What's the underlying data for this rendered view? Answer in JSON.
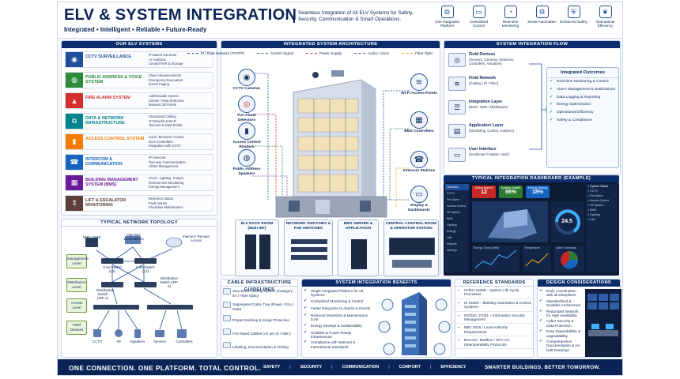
{
  "header": {
    "title": "ELV & SYSTEM INTEGRATION",
    "tagline": "Integrated • Intelligent • Reliable • Future-Ready",
    "subtitle": "Seamless Integration of All ELV Systems for Safety, Security, Communication & Smart Operations.",
    "benefits": [
      {
        "label": "One Integrated Platform",
        "icon": "network-icon"
      },
      {
        "label": "Centralized Control",
        "icon": "monitor-icon"
      },
      {
        "label": "Real-time Monitoring",
        "icon": "gauge-icon"
      },
      {
        "label": "Smart Automation",
        "icon": "robot-icon"
      },
      {
        "label": "Enhanced Safety",
        "icon": "shield-icon"
      },
      {
        "label": "Operational Efficiency",
        "icon": "leaf-icon"
      }
    ]
  },
  "elv_systems": {
    "title": "OUR ELV SYSTEMS",
    "items": [
      {
        "name": "CCTV SURVEILLANCE",
        "color": "#1f4f9a",
        "icon": "camera-icon",
        "features": [
          "IP Based Cameras",
          "AI Analytics",
          "Central NVR & Storage"
        ]
      },
      {
        "name": "PUBLIC ADDRESS & VOICE SYSTEM",
        "color": "#2e8b3a",
        "icon": "speaker-icon",
        "features": [
          "Clear Announcements",
          "Emergency Evacuation",
          "Zoned Paging"
        ]
      },
      {
        "name": "FIRE ALARM SYSTEM",
        "color": "#d32f2f",
        "icon": "fire-icon",
        "features": [
          "Addressable System",
          "Smoke / Heat Detectors",
          "Manual Call Points"
        ]
      },
      {
        "name": "DATA & NETWORK INFRASTRUCTURE",
        "color": "#00838f",
        "icon": "network-icon",
        "features": [
          "Structured Cabling",
          "IT Network & Wi-Fi",
          "Telecom & Data Points"
        ]
      },
      {
        "name": "ACCESS CONTROL SYSTEM",
        "color": "#f57c00",
        "icon": "keycard-icon",
        "features": [
          "Card / Biometric Access",
          "Door Controllers",
          "Integration with CCTV"
        ]
      },
      {
        "name": "INTERCOM & COMMUNICATION",
        "color": "#1565c0",
        "icon": "intercom-icon",
        "features": [
          "IP Intercom",
          "Two-way Communication",
          "Visitor Management"
        ]
      },
      {
        "name": "BUILDING MANAGEMENT SYSTEM (BMS)",
        "color": "#6a1b9a",
        "icon": "building-icon",
        "features": [
          "HVAC, Lighting, Pumps",
          "Environment Monitoring",
          "Energy Management"
        ]
      },
      {
        "name": "LIFT & ESCALATOR MONITORING",
        "color": "#5d4037",
        "icon": "elevator-icon",
        "features": [
          "Real-time Status",
          "Fault Alarms",
          "Predictive Maintenance"
        ]
      }
    ]
  },
  "topology": {
    "title": "TYPICAL NETWORK TOPOLOGY",
    "nodes": {
      "server": "NMS / BMS Server",
      "workstations": "Operator Workstations",
      "internet": "Internet / Remote Access",
      "core1": "Core Switch (L3)",
      "core2": "Core Switch (L3)",
      "dist1": "Distribution Switch (IDF-1)",
      "dist2": "Distribution Switch (IDF-2)"
    },
    "levels": [
      "Management Level",
      "Distribution Level",
      "Access Level",
      "Field Devices"
    ],
    "devices": [
      "CCTV",
      "AP",
      "Speakers",
      "Sensors",
      "Controllers"
    ]
  },
  "architecture": {
    "title": "INTEGRATED SYSTEM ARCHITECTURE",
    "legend": [
      "IP / Data Network (TCP/IP)",
      "Control Signal",
      "Power Supply",
      "Audio / Voice",
      "Fiber Optic"
    ],
    "legend_colors": [
      "#1f4f9a",
      "#2e8b3a",
      "#d32f2f",
      "#7b3fb0",
      "#f2a900"
    ],
    "left_callouts": [
      "CCTV Cameras",
      "Fire Alarm Detectors",
      "Access Control Readers",
      "Public Address Speakers"
    ],
    "right_callouts": [
      "Wi-Fi Access Points",
      "BMS Controllers",
      "Intercom Stations",
      "Display & Dashboards"
    ],
    "rooms": [
      "ELV RACK ROOM (Main IDF)",
      "NETWORK SWITCHES & PoE SWITCHES",
      "BMS SERVER & APPLICATION",
      "CENTRAL CONTROL ROOM & OPERATOR STATION"
    ]
  },
  "flow": {
    "title": "SYSTEM INTEGRATION FLOW",
    "steps": [
      {
        "name": "Field Devices",
        "desc": "(Sensors, Cameras, Detectors, Controllers, Actuators)",
        "icon": "sensor-icon"
      },
      {
        "name": "Field Network",
        "desc": "(Cabling / IP / Fiber)",
        "icon": "cable-icon"
      },
      {
        "name": "Integration Layer",
        "desc": "(BMS / NMS / Middleware)",
        "icon": "layers-icon"
      },
      {
        "name": "Application Layer",
        "desc": "(Monitoring, Control, Analytics)",
        "icon": "app-icon"
      },
      {
        "name": "User Interface",
        "desc": "(Dashboard / Mobile / Web)",
        "icon": "monitor-icon"
      }
    ],
    "outcomes_title": "Integrated Outcomes",
    "outcomes": [
      "Real-time Monitoring & Control",
      "Alarm Management & Notifications",
      "Data Logging & Reporting",
      "Energy Optimization",
      "Operational Efficiency",
      "Safety & Compliance"
    ]
  },
  "dashboard": {
    "title": "TYPICAL INTEGRATION DASHBOARD (EXAMPLE)",
    "menu": [
      "Overview",
      "CCTV",
      "Fire Alarm",
      "Access Control",
      "PA System",
      "BMS",
      "Lighting",
      "Energy",
      "Lifts",
      "Reports",
      "Settings"
    ],
    "kpis": [
      {
        "label": "Active Alarms",
        "value": "12",
        "color": "#c62828"
      },
      {
        "label": "System Health",
        "value": "98%",
        "color": "#2e7d32"
      },
      {
        "label": "Energy Saving",
        "value": "18%",
        "color": "#1565c0"
      }
    ],
    "gauge_value": "24.5",
    "status_title": "System Status",
    "status": [
      "CCTV",
      "Fire Alarm",
      "Access Control",
      "PA System",
      "BMS",
      "Lighting",
      "Lifts"
    ],
    "charts": [
      "Energy Trend (kWh)",
      "Temperature",
      "Alarm Summary"
    ]
  },
  "cable": {
    "title": "CABLE INFRASTRUCTURE GUIDELINES",
    "items": [
      "Structured Cabling System (Category 6A / Fiber Optic)",
      "Segregated Cable Tray (Power / ELV / Data)",
      "Proper Earthing & Surge Protection",
      "Fire Rated Cables (As per IS / NBC)",
      "Labeling, Documentation & Testing"
    ]
  },
  "benefits": {
    "title": "SYSTEM INTEGRATION BENEFITS",
    "items": [
      "Single Integrated Platform for All Systems",
      "Centralized Monitoring & Control",
      "Faster Response to Alarms & Events",
      "Reduced Downtime & Maintenance Cost",
      "Energy Savings & Sustainability",
      "Scalable & Future-Ready Infrastructure",
      "Compliance with National & International Standards"
    ]
  },
  "standards": {
    "title": "REFERENCE STANDARDS",
    "items": [
      "IS/IEC 15288 – System Life Cycle Processes",
      "IS 16484 – Building Automation & Control Systems",
      "ISO/IEC 27001 – Information Security Management",
      "NBC 2016 / Local Authority Requirements",
      "BACnet / Modbus / OPC UA (Interoperability Protocols)"
    ]
  },
  "design": {
    "title": "DESIGN CONSIDERATIONS",
    "items": [
      "Early Coordination with all Disciplines",
      "Standardized & Scalable Architecture",
      "Redundant Network for High Availability",
      "Cyber Security & Data Protection",
      "Easy Expandability & Upgradability",
      "Comprehensive Documentation & As-built Drawings"
    ]
  },
  "footer": {
    "left": "ONE CONNECTION. ONE PLATFORM. TOTAL CONTROL.",
    "middle": [
      "SAFETY",
      "SECURITY",
      "COMMUNICATION",
      "COMFORT",
      "EFFICIENCY"
    ],
    "right": "SMARTER BUILDINGS. BETTER TOMORROW."
  }
}
